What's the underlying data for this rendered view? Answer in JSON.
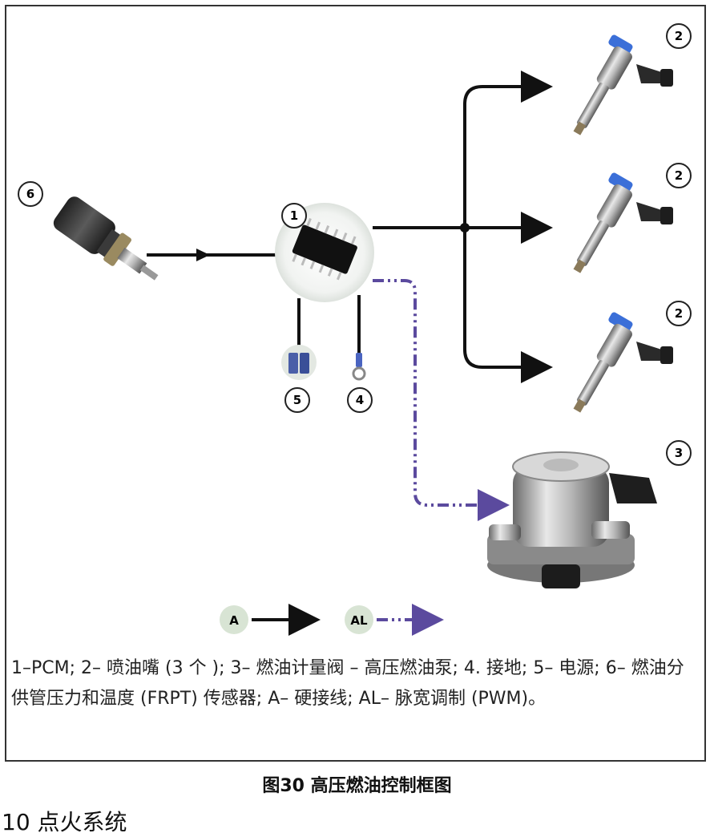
{
  "labels": {
    "pcm": "1",
    "injector_top": "2",
    "injector_mid": "2",
    "injector_bottom": "2",
    "pump": "3",
    "ground": "4",
    "power": "5",
    "sensor": "6"
  },
  "legend": {
    "hardwire_key": "A",
    "pwm_key": "AL"
  },
  "caption": "1–PCM; 2– 喷油嘴 (3 个 ); 3– 燃油计量阀 – 高压燃油泵; 4. 接地; 5– 电源; 6– 燃油分供管压力和温度 (FRPT) 传感器; A– 硬接线; AL– 脉宽调制 (PWM)。",
  "figure_title": "图30 高压燃油控制框图",
  "section_heading": "10 点火系统",
  "colors": {
    "hardwire": "#111111",
    "pwm": "#5b4a9e",
    "badge_fill": "#ffffff",
    "legend_badge_fill": "#d8e4d4"
  },
  "icons": [
    "pcm-chip-icon",
    "fuel-injector-icon",
    "fuel-pump-icon",
    "pressure-sensor-icon",
    "fuse-icon",
    "ground-terminal-icon"
  ]
}
